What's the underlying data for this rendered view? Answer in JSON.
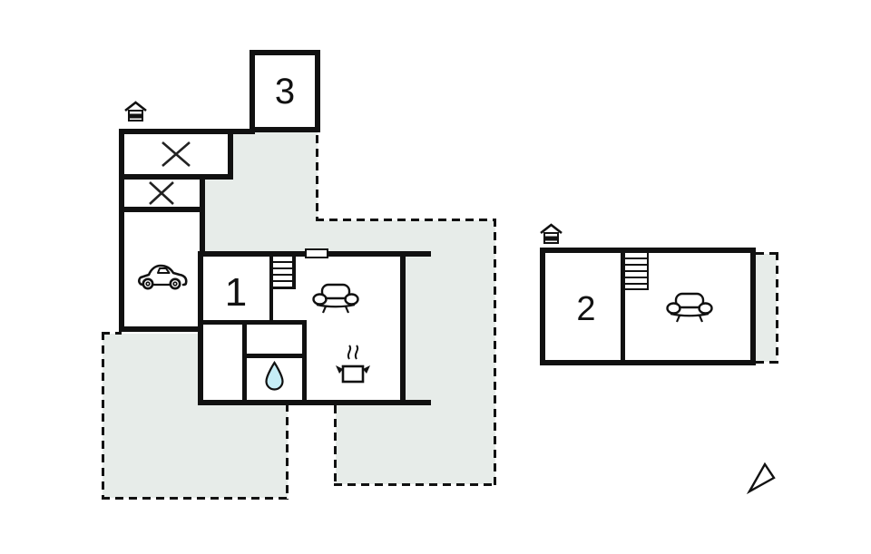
{
  "rooms": [
    {
      "name": "room-1",
      "label": "1"
    },
    {
      "name": "room-2",
      "label": "2"
    },
    {
      "name": "room-3",
      "label": "3"
    }
  ],
  "icons": [
    "entrance-house-icon",
    "x-mark-icon",
    "car-icon",
    "stairs-icon",
    "sofa-icon",
    "steaming-pot-icon",
    "water-drop-icon",
    "window-marker",
    "north-arrow-icon"
  ],
  "colors": {
    "wall": "#111111",
    "terrace_fill": "#e7ece9",
    "water_drop_fill": "#c6edf6",
    "background": "#ffffff"
  }
}
